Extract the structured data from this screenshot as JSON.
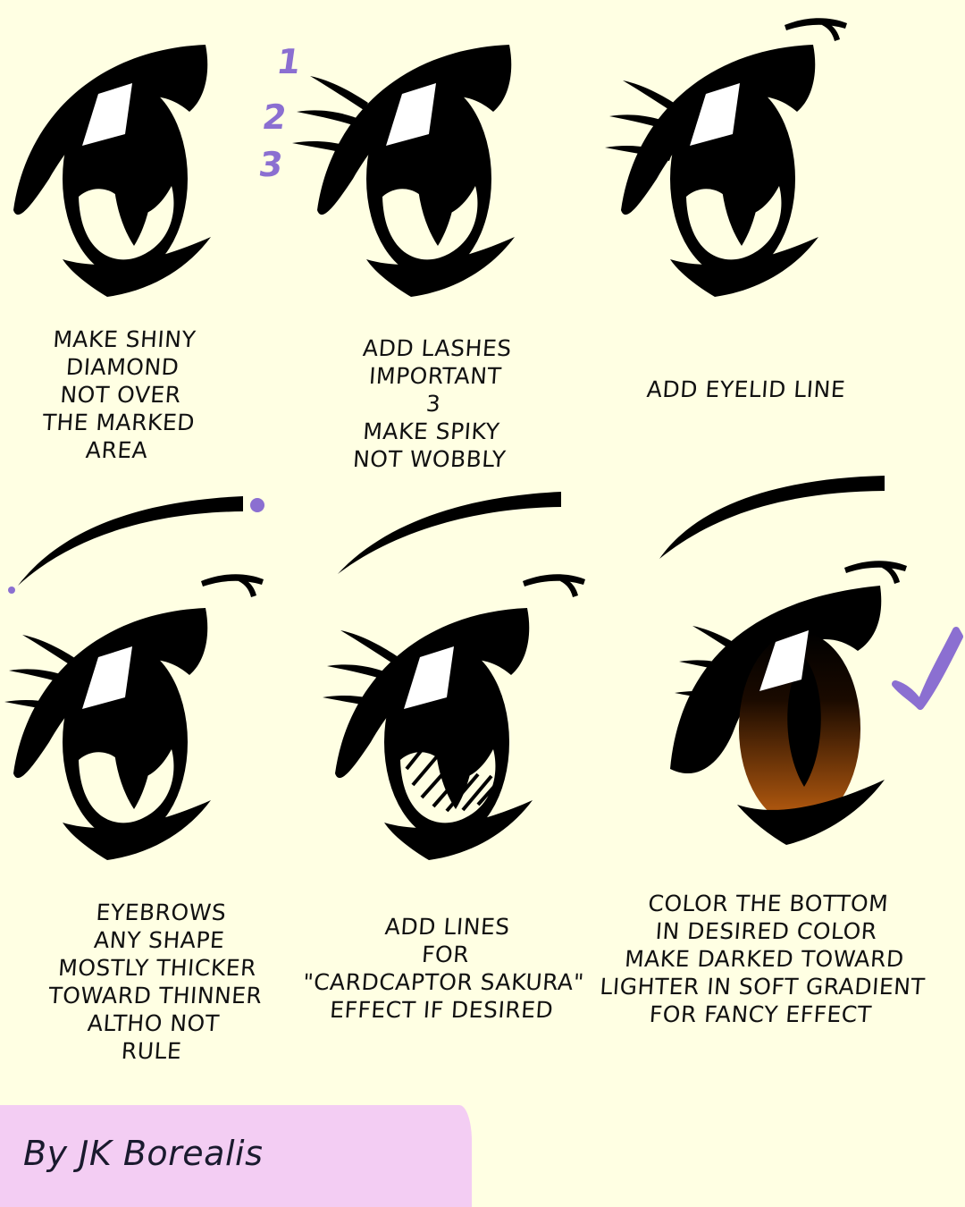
{
  "steps": [
    {
      "caption": "MAKE SHINY\nDIAMOND\nNOT OVER\nTHE MARKED\nAREA"
    },
    {
      "caption": "ADD LASHES\nIMPORTANT\n3\nMAKE SPIKY\nNOT WOBBLY"
    },
    {
      "caption": "ADD EYELID LINE"
    },
    {
      "caption": "EYEBROWS\nANY SHAPE\nMOSTLY THICKER\nTOWARD THINNER\nALTHO NOT\nRULE"
    },
    {
      "caption": "ADD LINES\nFOR\n\"CARDCAPTOR SAKURA\"\nEFFECT IF DESIRED"
    },
    {
      "caption": "COLOR THE BOTTOM\nIN DESIRED COLOR\nMAKE DARKED TOWARD\nLIGHTER IN SOFT GRADIENT\nFOR FANCY EFFECT"
    }
  ],
  "lash_numbers": [
    "1",
    "2",
    "3"
  ],
  "credit": "By JK Borealis",
  "colors": {
    "background": "#ffffe3",
    "ink": "#000000",
    "annotation": "#8b6fd1",
    "iris_gradient": [
      "#7a3c00",
      "#c06010"
    ],
    "credit_band": "#f3cdf3"
  },
  "icons": [
    "checkmark-icon"
  ]
}
